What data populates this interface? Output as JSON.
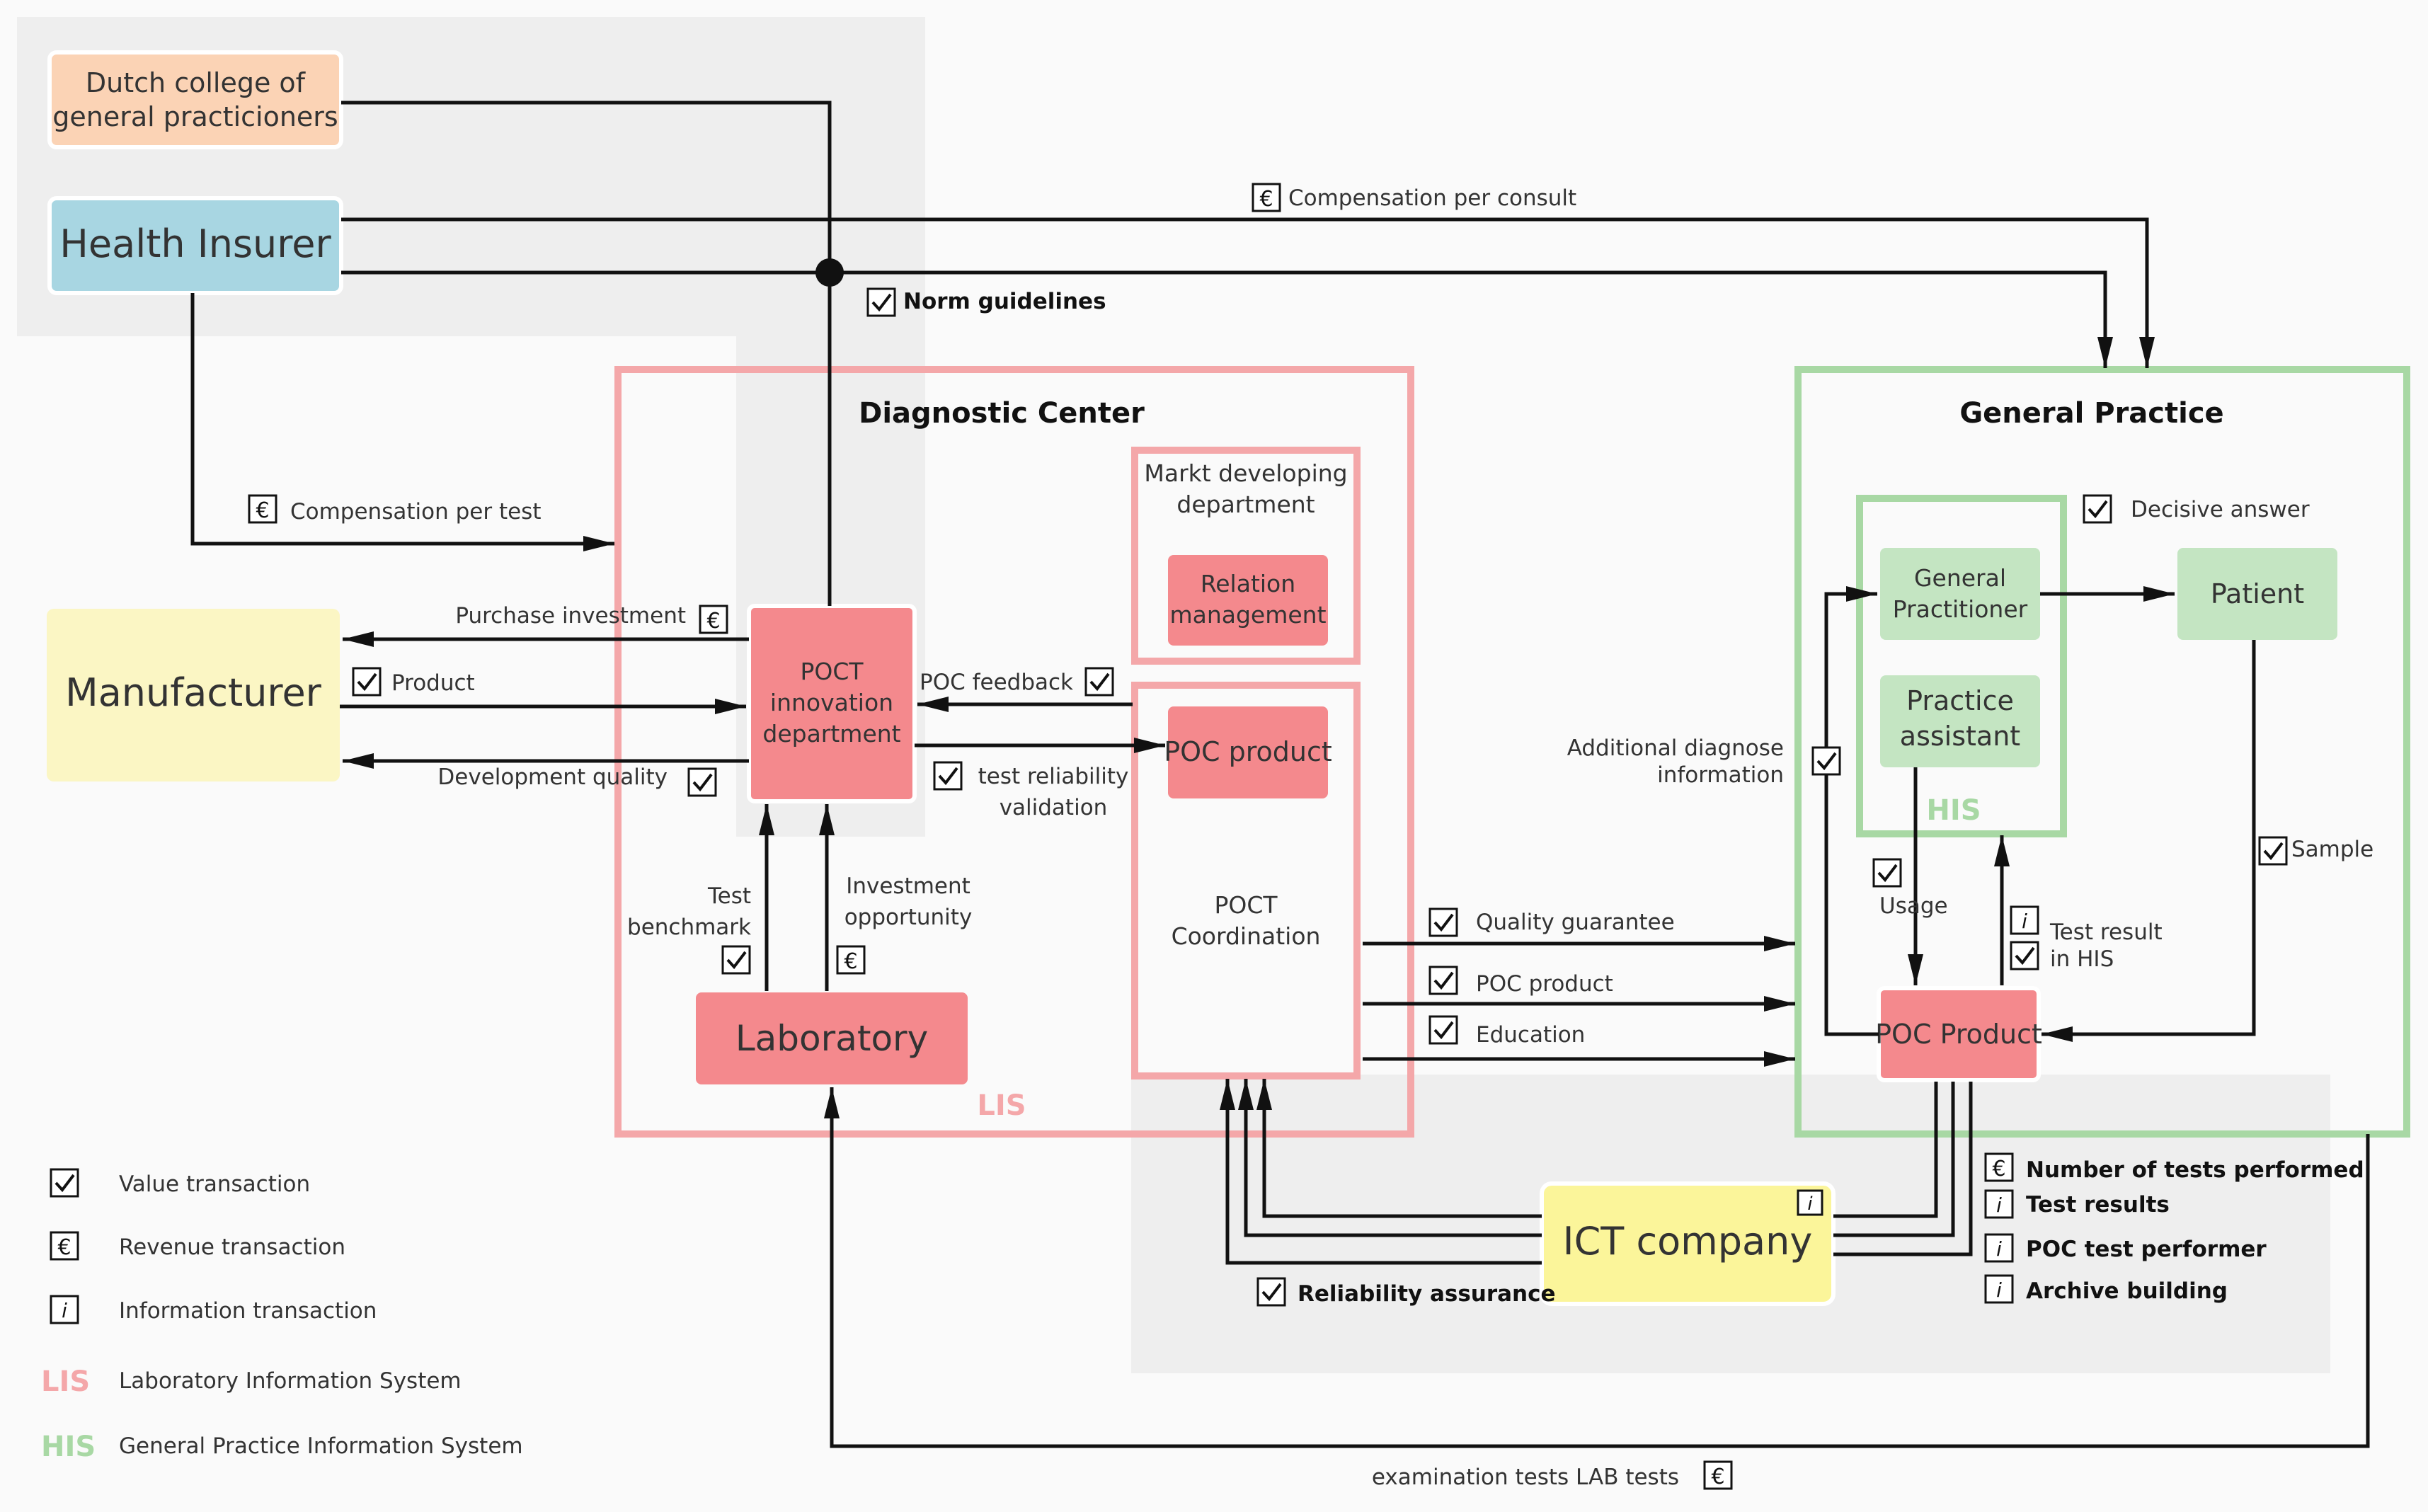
{
  "colors": {
    "lis": "#f4a7a9",
    "lis_fill": "#f4898d",
    "his": "#a8d8a4",
    "his_fill": "#c4e5c2",
    "manufacturer": "#fbf6c4",
    "ict": "#fbf59a",
    "health_insurer": "#a8d6e2",
    "dutch_college": "#fbd3b5",
    "gray_zone": "#eeeeee",
    "line": "#111111"
  },
  "actors": {
    "dutch_college": "Dutch college of\ngeneral practicioners",
    "health_insurer": "Health Insurer",
    "manufacturer": "Manufacturer",
    "ict_company": "ICT company"
  },
  "diagnostic_center": {
    "title": "Diagnostic Center",
    "system_label": "LIS",
    "markt_department": "Markt developing\ndepartment",
    "relation_management": "Relation\nmanagement",
    "poct_innovation": "POCT\ninnovation\ndepartment",
    "poc_product": "POC product",
    "poct_coordination": "POCT\nCoordination",
    "laboratory": "Laboratory"
  },
  "general_practice": {
    "title": "General Practice",
    "system_label": "HIS",
    "general_practitioner": "General\nPractitioner",
    "practice_assistant": "Practice\nassistant",
    "patient": "Patient",
    "poc_product": "POC Product"
  },
  "flows": {
    "compensation_per_consult": "Compensation per consult",
    "norm_guidelines": "Norm guidelines",
    "compensation_per_test": "Compensation per test",
    "purchase_investment": "Purchase investment",
    "product": "Product",
    "development_quality": "Development quality",
    "poc_feedback": "POC feedback",
    "test_reliability_validation": "test reliability\nvalidation",
    "test_benchmark": "Test\nbenchmark",
    "investment_opportunity": "Investment\nopportunity",
    "quality_guarantee": "Quality guarantee",
    "poc_product_flow": "POC product",
    "education": "Education",
    "decisive_answer": "Decisive answer",
    "additional_diagnose": "Additional diagnose\ninformation",
    "usage": "Usage",
    "test_result_his": "Test result\nin HIS",
    "sample": "Sample",
    "reliability_assurance": "Reliability assurance",
    "number_of_tests": "Number of tests performed",
    "test_results": "Test results",
    "poc_test_performer": "POC test performer",
    "archive_building": "Archive building",
    "examination_tests": "examination tests LAB tests"
  },
  "legend": {
    "value_transaction": "Value transaction",
    "revenue_transaction": "Revenue transaction",
    "information_transaction": "Information transaction",
    "lis_abbr": "LIS",
    "lis_full": "Laboratory Information System",
    "his_abbr": "HIS",
    "his_full": "General Practice Information System"
  },
  "symbols": {
    "euro": "€",
    "info": "i"
  },
  "icons": {
    "value": "check-box-icon",
    "revenue": "euro-box-icon",
    "information": "info-box-icon"
  }
}
